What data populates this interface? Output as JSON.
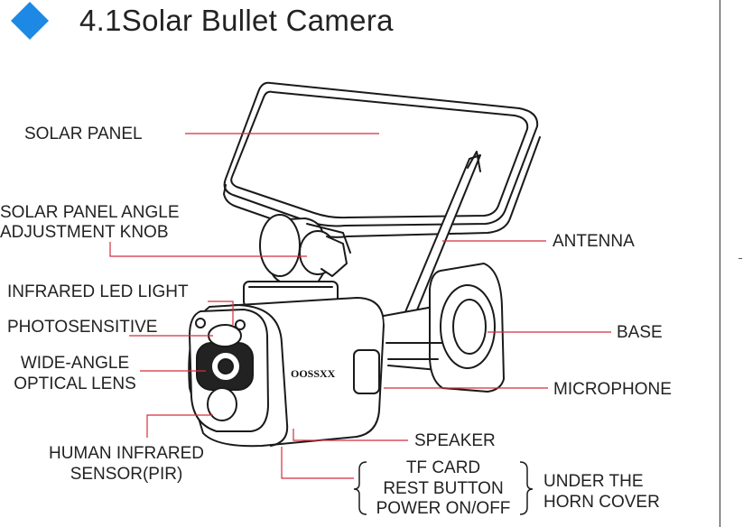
{
  "header": {
    "title": "4.1Solar Bullet Camera",
    "accent_color": "#1e88e5"
  },
  "brand": "OOSSXX",
  "labels": {
    "solar_panel": "SOLAR PANEL",
    "angle_knob_line1": "SOLAR PANEL ANGLE",
    "angle_knob_line2": "ADJUSTMENT KNOB",
    "infrared_led": "INFRARED LED LIGHT",
    "photosensitive": "PHOTOSENSITIVE",
    "wide_angle_line1": "WIDE-ANGLE",
    "wide_angle_line2": "OPTICAL LENS",
    "pir_line1": "HUMAN INFRARED",
    "pir_line2": "SENSOR(PIR)",
    "antenna": "ANTENNA",
    "base": "BASE",
    "microphone": "MICROPHONE",
    "speaker": "SPEAKER",
    "tf_card": "TF CARD",
    "reset_button": "REST BUTTON",
    "power": "POWER ON/OFF",
    "horn_line1": "UNDER THE",
    "horn_line2": "HORN COVER"
  },
  "leader_color": "#d32f3f"
}
